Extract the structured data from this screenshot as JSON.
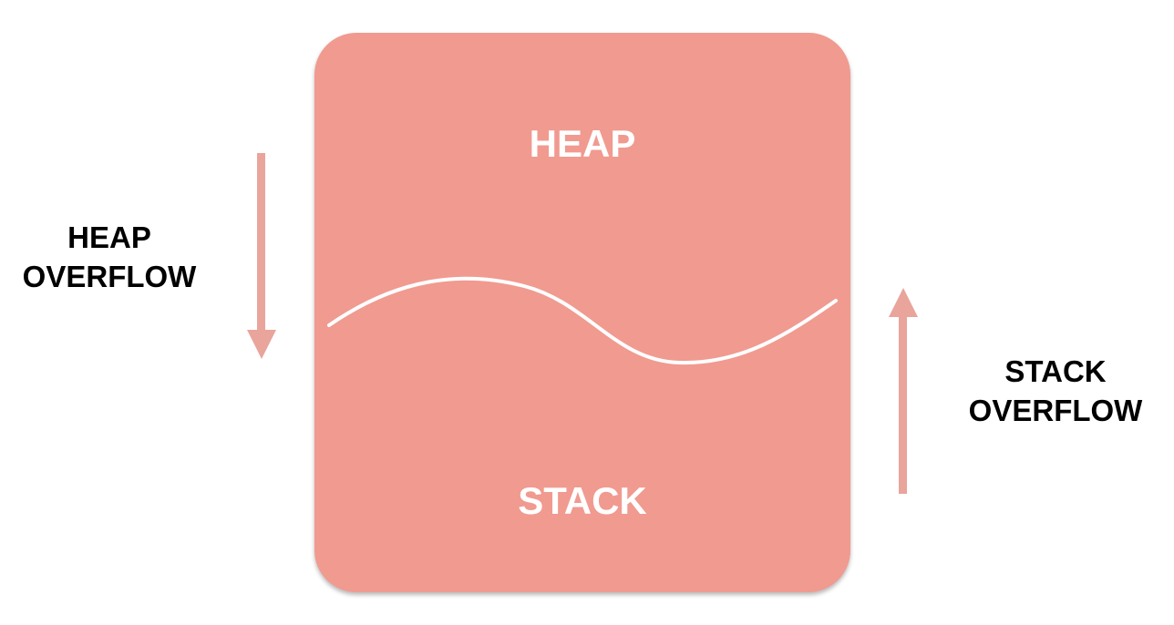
{
  "colors": {
    "region_fill": "#f19a90",
    "arrow": "#e9a49b",
    "label_on_region": "#ffffff",
    "side_label": "#000000"
  },
  "memory": {
    "heap_label": "HEAP",
    "stack_label": "STACK"
  },
  "heap_overflow": {
    "line1": "HEAP",
    "line2": "OVERFLOW",
    "direction": "down"
  },
  "stack_overflow": {
    "line1": "STACK",
    "line2": "OVERFLOW",
    "direction": "up"
  }
}
